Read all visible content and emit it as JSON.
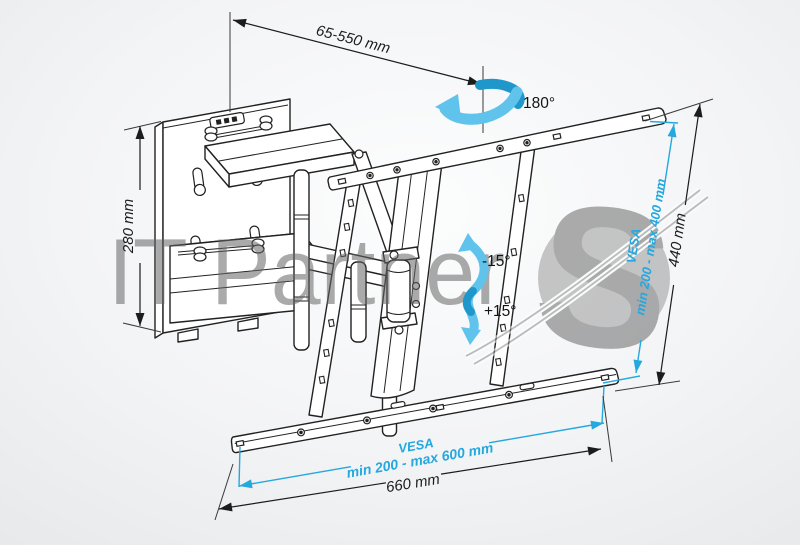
{
  "diagram": {
    "kind": "technical-drawing",
    "subject": "articulating TV wall mount bracket",
    "annotations": {
      "extension_range": "65-550 mm",
      "swivel_angle": "180°",
      "plate_height": "280 mm",
      "tilt_up": "-15°",
      "tilt_down": "+15°",
      "vesa_vertical_label": "VESA",
      "vesa_vertical_range": "min 200 - max 400 mm",
      "bracket_height": "440 mm",
      "vesa_horizontal_label": "VESA",
      "vesa_horizontal_range": "min 200 - max 600 mm",
      "bracket_width": "660 mm"
    },
    "watermark": {
      "text": "IT Partner",
      "logo_letter": "S"
    },
    "colors": {
      "accent": "#24a8de",
      "accent_light": "#5fc3eb",
      "accent_dark": "#1f97cb",
      "line": "#222222",
      "watermark": "#a5a5a5",
      "background_top": "#fcfdfd",
      "background_bottom": "#e7e9eb"
    }
  }
}
